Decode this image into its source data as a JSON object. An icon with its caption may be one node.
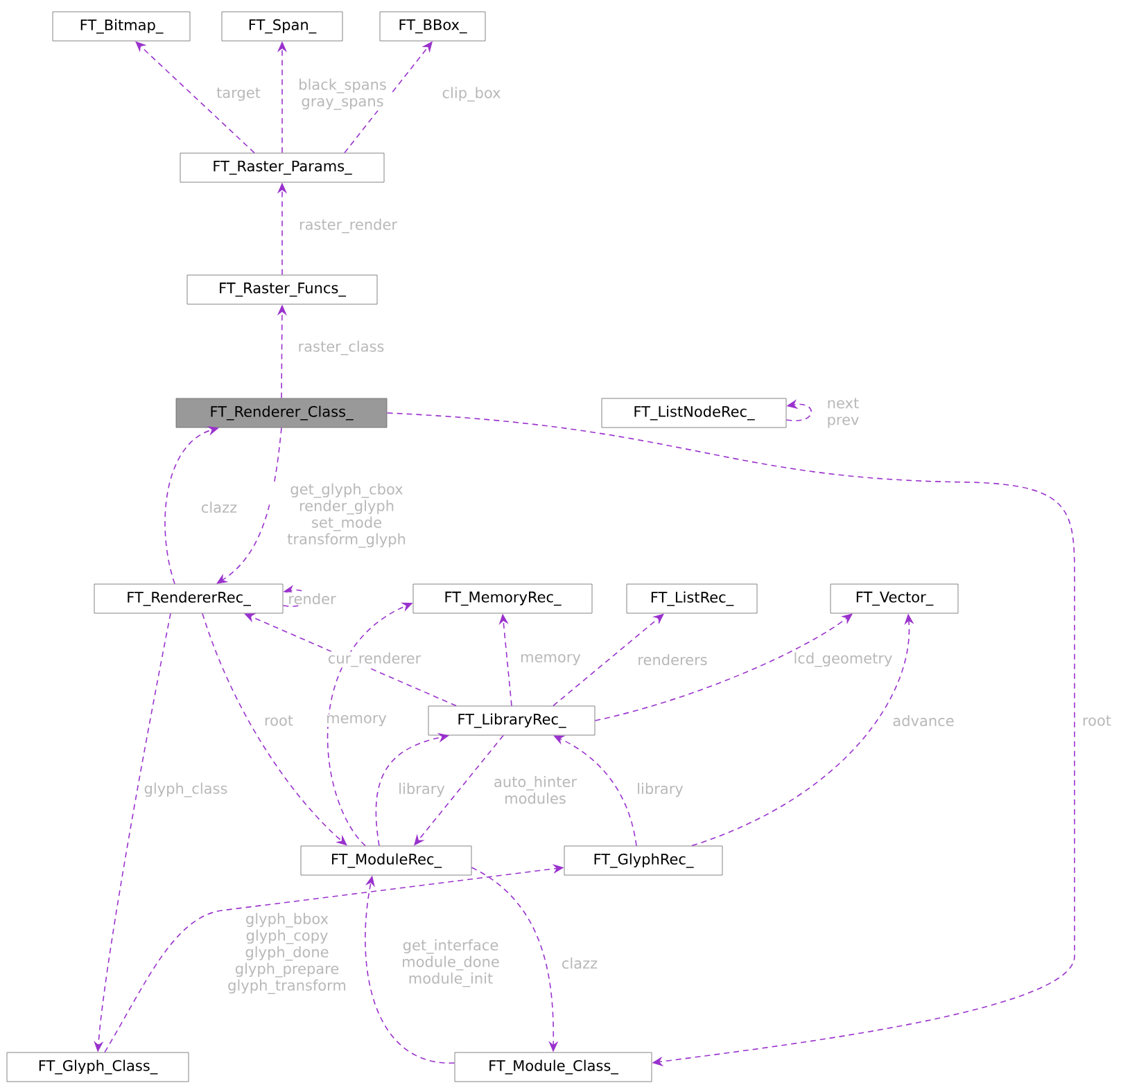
{
  "diagram": {
    "nodes": [
      {
        "text": [
          "FT_Bitmap_"
        ]
      },
      {
        "text": [
          "FT_Span_"
        ]
      },
      {
        "text": [
          "FT_BBox_"
        ]
      },
      {
        "text": [
          "FT_Raster_Params_"
        ]
      },
      {
        "text": [
          "FT_Raster_Funcs_"
        ]
      },
      {
        "text": [
          "FT_Renderer_Class_"
        ]
      },
      {
        "text": [
          "FT_ListNodeRec_"
        ]
      },
      {
        "text": [
          "FT_RendererRec_"
        ]
      },
      {
        "text": [
          "FT_MemoryRec_"
        ]
      },
      {
        "text": [
          "FT_ListRec_"
        ]
      },
      {
        "text": [
          "FT_Vector_"
        ]
      },
      {
        "text": [
          "FT_LibraryRec_"
        ]
      },
      {
        "text": [
          "FT_ModuleRec_"
        ]
      },
      {
        "text": [
          "FT_GlyphRec_"
        ]
      },
      {
        "text": [
          "FT_Glyph_Class_"
        ]
      },
      {
        "text": [
          "FT_Module_Class_"
        ]
      }
    ],
    "edges": [
      {
        "from": 3,
        "to": 0,
        "arrow": "to",
        "label": "target"
      },
      {
        "from": 3,
        "to": 1,
        "arrow": "to",
        "label": "black_spans gray_spans"
      },
      {
        "from": 3,
        "to": 2,
        "arrow": "to",
        "label": "clip_box"
      },
      {
        "from": 4,
        "to": 3,
        "arrow": "to",
        "label": "raster_render"
      },
      {
        "from": 5,
        "to": 4,
        "arrow": "to",
        "label": "raster_class"
      },
      {
        "from": 6,
        "to": 6,
        "arrow": "to",
        "label": "next prev"
      },
      {
        "from": 5,
        "to": 15,
        "arrow": "to",
        "label": "root"
      },
      {
        "from": 7,
        "to": 5,
        "arrow": "to",
        "label": "clazz"
      },
      {
        "from": 5,
        "to": 7,
        "arrow": "to",
        "label": "get_glyph_cbox render_glyph set_mode transform_glyph"
      },
      {
        "from": 7,
        "to": 7,
        "arrow": "to",
        "label": "render"
      },
      {
        "from": 11,
        "to": 7,
        "arrow": "to",
        "label": "cur_renderer"
      },
      {
        "from": 7,
        "to": 12,
        "arrow": "to",
        "label": "root"
      },
      {
        "from": 7,
        "to": 14,
        "arrow": "to",
        "label": "glyph_class"
      },
      {
        "from": 12,
        "to": 8,
        "arrow": "to",
        "label": "memory"
      },
      {
        "from": 11,
        "to": 8,
        "arrow": "to",
        "label": "memory"
      },
      {
        "from": 11,
        "to": 9,
        "arrow": "to",
        "label": "renderers"
      },
      {
        "from": 11,
        "to": 10,
        "arrow": "to",
        "label": "lcd_geometry"
      },
      {
        "from": 13,
        "to": 10,
        "arrow": "to",
        "label": "advance"
      },
      {
        "from": 12,
        "to": 11,
        "arrow": "to",
        "label": "library"
      },
      {
        "from": 11,
        "to": 12,
        "arrow": "to",
        "label": "auto_hinter modules"
      },
      {
        "from": 13,
        "to": 11,
        "arrow": "to",
        "label": "library"
      },
      {
        "from": 14,
        "to": 13,
        "arrow": "to",
        "label": "glyph_bbox glyph_copy glyph_done glyph_prepare glyph_transform"
      },
      {
        "from": 15,
        "to": 12,
        "arrow": "to",
        "label": "get_interface module_done module_init"
      },
      {
        "from": 12,
        "to": 15,
        "arrow": "to",
        "label": "clazz"
      }
    ]
  }
}
